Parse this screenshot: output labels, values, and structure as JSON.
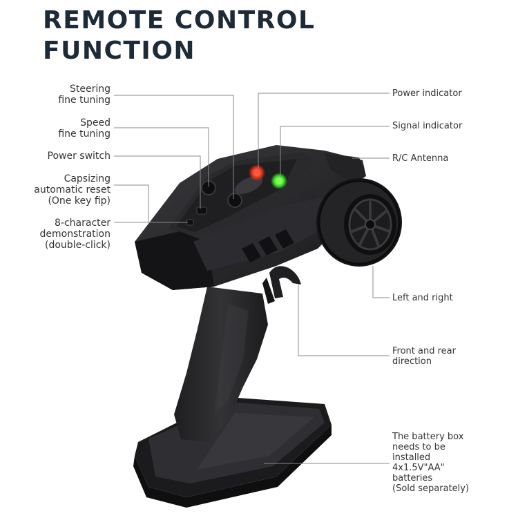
{
  "title": "REMOTE CONTROL\nFUNCTION",
  "labels": {
    "steering_fine_tuning": "Steering\nfine tuning",
    "speed_fine_tuning": "Speed\nfine tuning",
    "power_switch": "Power switch",
    "capsizing_reset": "Capsizing\nautomatic reset\n(One key fip)",
    "demonstration": "8-character\ndemonstration\n(double-click)",
    "power_indicator": "Power indicator",
    "signal_indicator": "Signal indicator",
    "antenna": "R/C Antenna",
    "left_right": "Left and right",
    "front_rear": "Front and rear\ndirection",
    "battery_box": "The battery box\nneeds to be\ninstalled\n 4x1.5V\"AA\"\n batteries\n(Sold separately)"
  },
  "colors": {
    "title": "#1d2a38",
    "body": "#2b2b2e",
    "power_led": "#e8301c",
    "signal_led": "#3ddc2c",
    "leader_line": "#8a8a8a"
  },
  "icons": [
    "remote-control-illustration",
    "power-led-icon",
    "signal-led-icon",
    "steering-wheel-icon",
    "trigger-icon"
  ]
}
